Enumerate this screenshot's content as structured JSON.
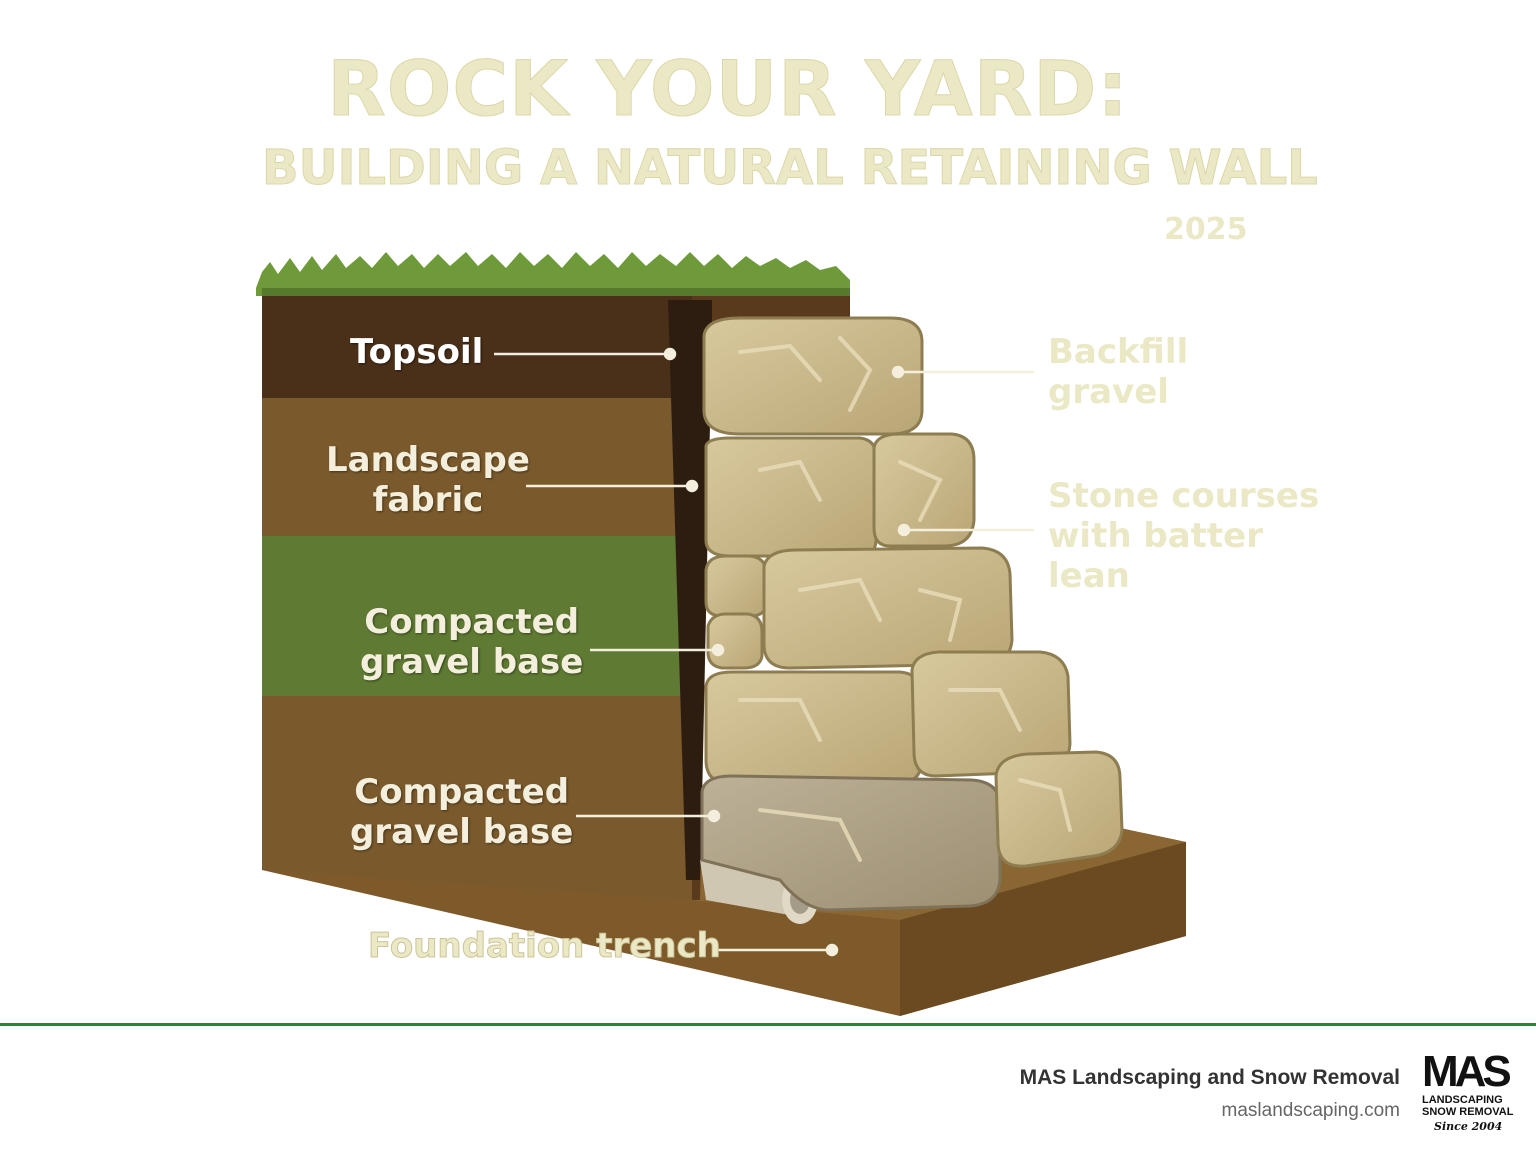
{
  "title": {
    "line1": "ROCK YOUR YARD:",
    "line2": "BUILDING A NATURAL RETAINING WALL",
    "year": "2025"
  },
  "labels": {
    "topsoil": "Topsoil",
    "landscape_fabric": "Landscape\nfabric",
    "gravel_base_upper": "Compacted\ngravel base",
    "gravel_base_lower": "Compacted\ngravel base",
    "foundation_trench": "Foundation trench",
    "backfill_gravel": "Backfill\ngravel",
    "stone_courses": "Stone courses\nwith batter\nlean"
  },
  "footer": {
    "company": "MAS Landscaping and Snow Removal",
    "website": "maslandscaping.com",
    "logo_text": "MAS",
    "logo_sub": "LANDSCAPING\nSNOW REMOVAL",
    "logo_since": "Since 2004"
  },
  "colors": {
    "title_text": "#ebe8c6",
    "divider": "#1e8a3c",
    "grass": "#6e9a3a",
    "topsoil": "#4a3019",
    "soil_brown": "#7a5a2c",
    "soil_green": "#5f7a33",
    "stone": "#c9b78a"
  }
}
